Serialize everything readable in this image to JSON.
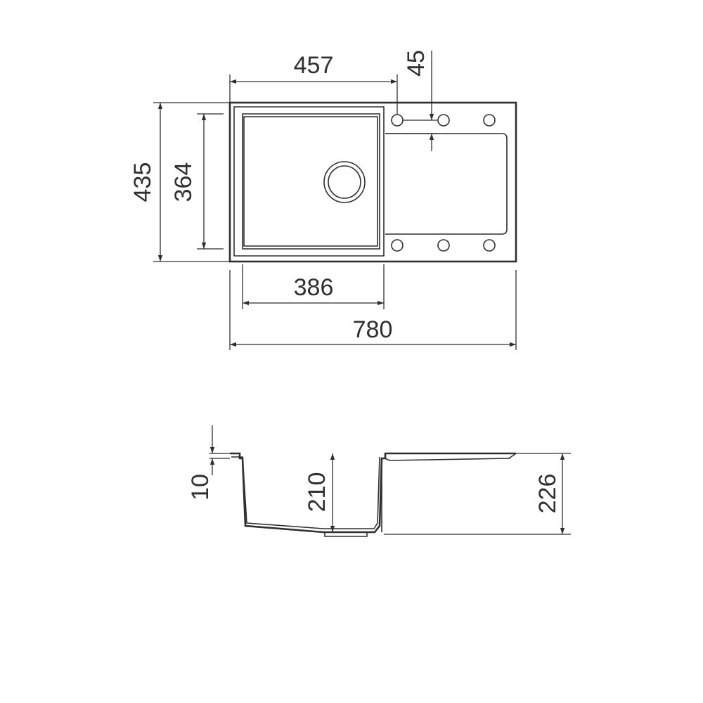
{
  "colors": {
    "line": "#2f2f2f",
    "background": "#ffffff"
  },
  "top_view": {
    "dimensions": {
      "overall_width": "780",
      "overall_depth": "435",
      "bowl_depth": "364",
      "bowl_width": "386",
      "bowl_to_tap_hole": "457",
      "tap_hole_offset": "45"
    }
  },
  "side_view": {
    "dimensions": {
      "rim_thickness": "10",
      "bowl_height": "210",
      "total_height": "226"
    }
  }
}
